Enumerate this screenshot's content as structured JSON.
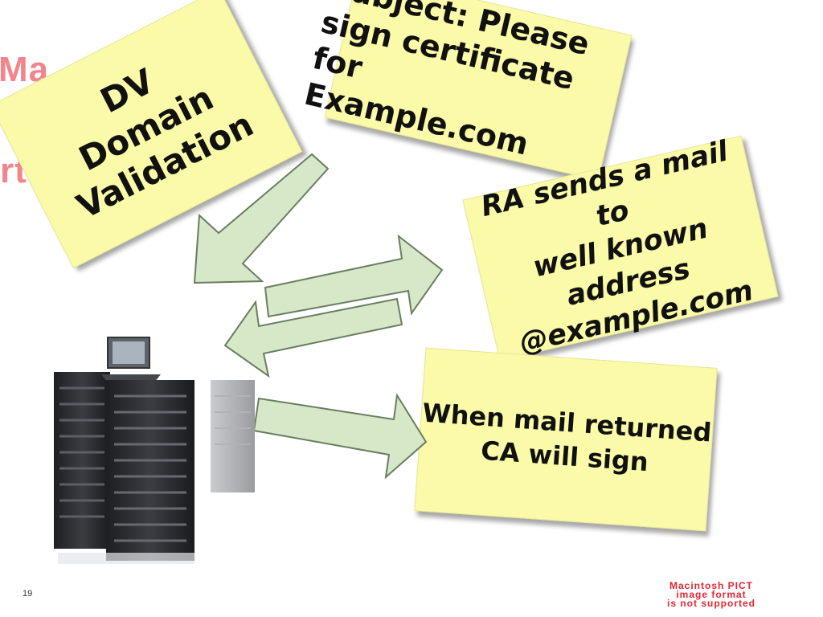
{
  "background": {
    "warning_line_1": "Ma",
    "warning_line_2": "rted"
  },
  "notes": {
    "dv": "DV\nDomain Validation",
    "subject": "Subject: Please\nsign certificate for\nExample.com",
    "ra": "RA sends a mail to\nwell known address\n@example.com",
    "ca": "When mail returned\nCA will sign"
  },
  "slide_number": "19",
  "pict_notice": "Macintosh PICT\nimage format\nis not supported",
  "colors": {
    "note_fill": "#fafaa8",
    "arrow_fill": "#d6e8c8",
    "warning_red": "#e8232f"
  },
  "icons": {
    "servers": "server-rack-icon"
  }
}
